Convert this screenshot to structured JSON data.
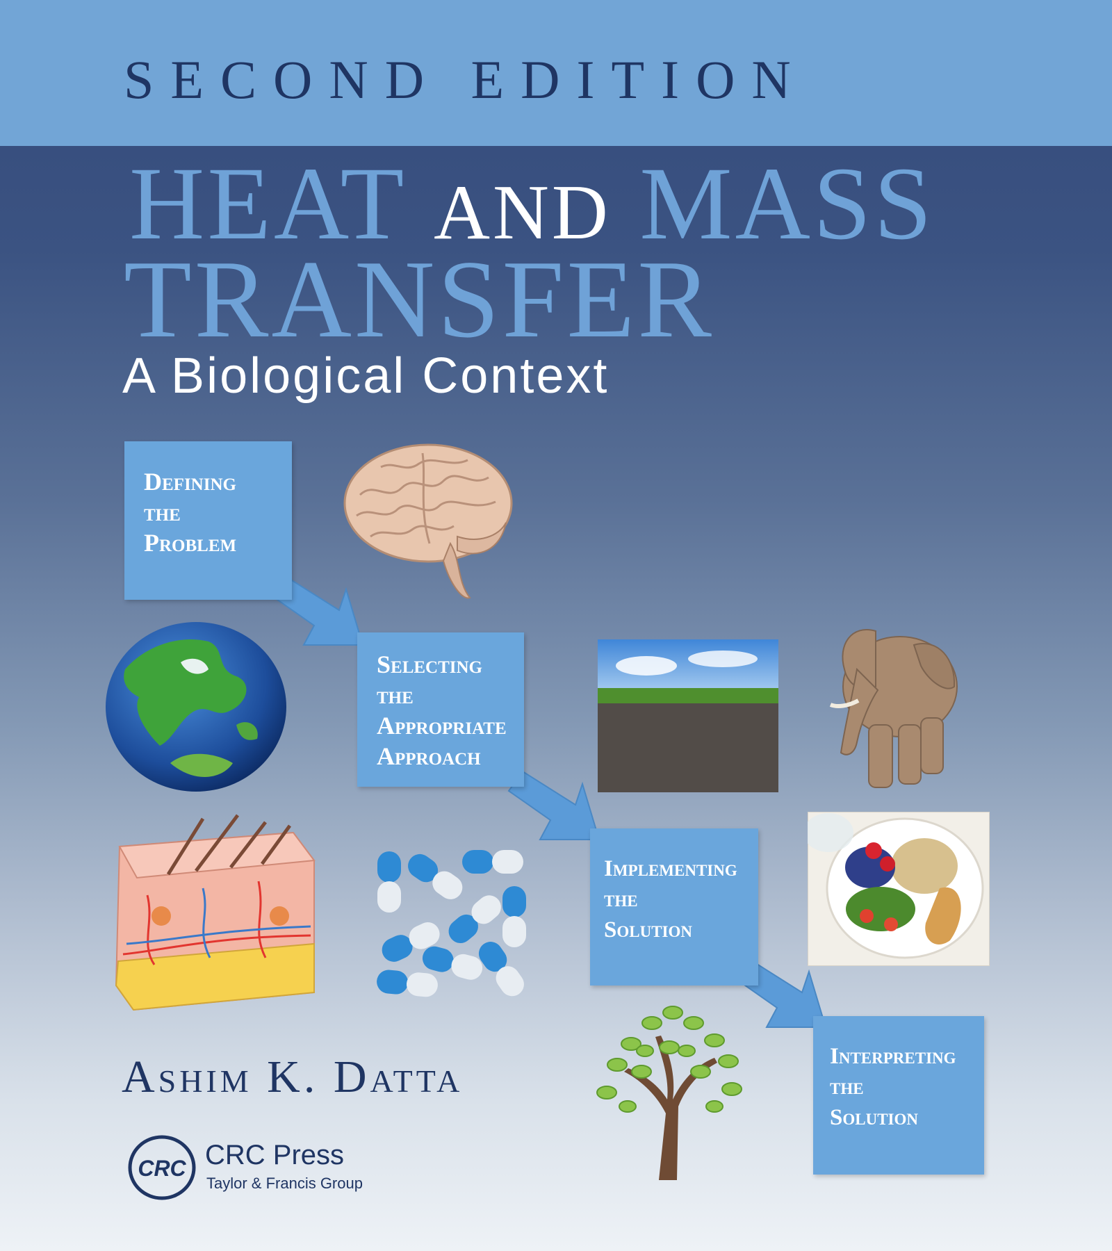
{
  "cover": {
    "edition": "SECOND EDITION",
    "title": {
      "word_1": "HEAT",
      "word_2": "AND",
      "word_3": "MASS",
      "line_2": "TRANSFER"
    },
    "subtitle": "A Biological Context",
    "steps": [
      {
        "lines": [
          "Defining",
          "the",
          "Problem"
        ]
      },
      {
        "lines": [
          "Selecting",
          "the",
          "Appropriate",
          "Approach"
        ]
      },
      {
        "lines": [
          "Implementing",
          "the",
          "Solution"
        ]
      },
      {
        "lines": [
          "Interpreting",
          "the",
          "Solution"
        ]
      }
    ],
    "author": "Ashim K. Datta",
    "publisher": {
      "logo_text": "CRC",
      "name": "CRC Press",
      "group": "Taylor & Francis Group"
    },
    "illustrations": [
      "brain-icon",
      "earth-icon",
      "soil-icon",
      "elephant-icon",
      "skin-icon",
      "pills-icon",
      "food-plate-icon",
      "tree-icon",
      "arrow-icon"
    ],
    "colors": {
      "band": "#72a5d6",
      "title_light": "#6fa2d7",
      "dark_blue": "#1f3563",
      "step_box": "#6aa6dc",
      "arrow": "#5b9bd8"
    }
  }
}
